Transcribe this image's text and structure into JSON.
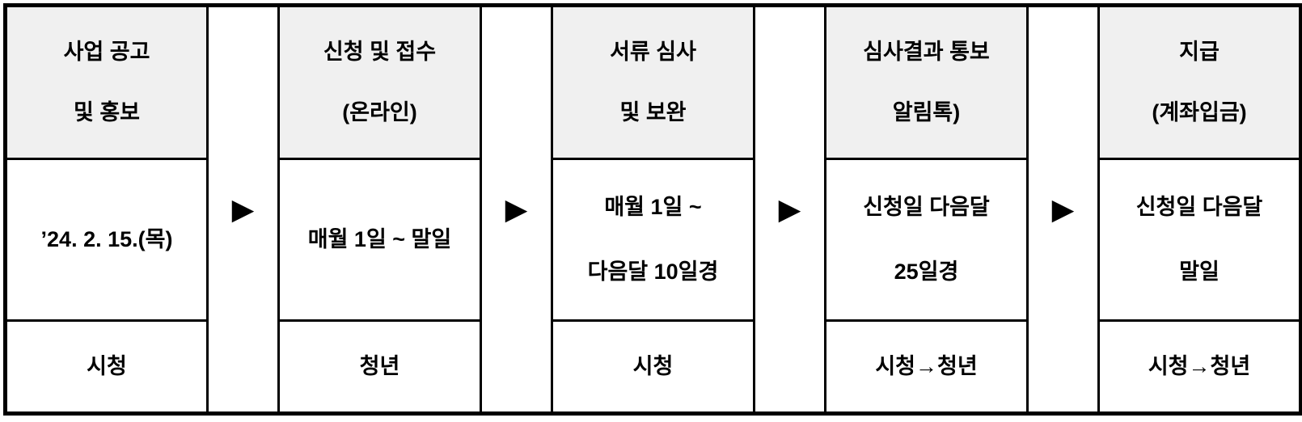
{
  "diagram": {
    "type": "process-flow-table",
    "arrow_icon": "▶",
    "colors": {
      "header_bg": "#f0f0f0",
      "cell_bg": "#ffffff",
      "border": "#000000",
      "text": "#000000"
    },
    "steps": [
      {
        "title_lines": [
          "사업 공고",
          "및 홍보"
        ],
        "period_lines": [
          "’24. 2. 15.(목)"
        ],
        "actor": "시청"
      },
      {
        "title_lines": [
          "신청 및 접수",
          "(온라인)"
        ],
        "period_lines": [
          "매월 1일 ~ 말일"
        ],
        "actor": "청년"
      },
      {
        "title_lines": [
          "서류 심사",
          "및 보완"
        ],
        "period_lines": [
          "매월 1일 ~",
          "다음달 10일경"
        ],
        "actor": "시청"
      },
      {
        "title_lines": [
          "심사결과 통보",
          "알림톡)"
        ],
        "period_lines": [
          "신청일 다음달",
          "25일경"
        ],
        "actor": "시청→청년"
      },
      {
        "title_lines": [
          "지급",
          "(계좌입금)"
        ],
        "period_lines": [
          "신청일 다음달",
          "말일"
        ],
        "actor": "시청→청년"
      }
    ]
  }
}
